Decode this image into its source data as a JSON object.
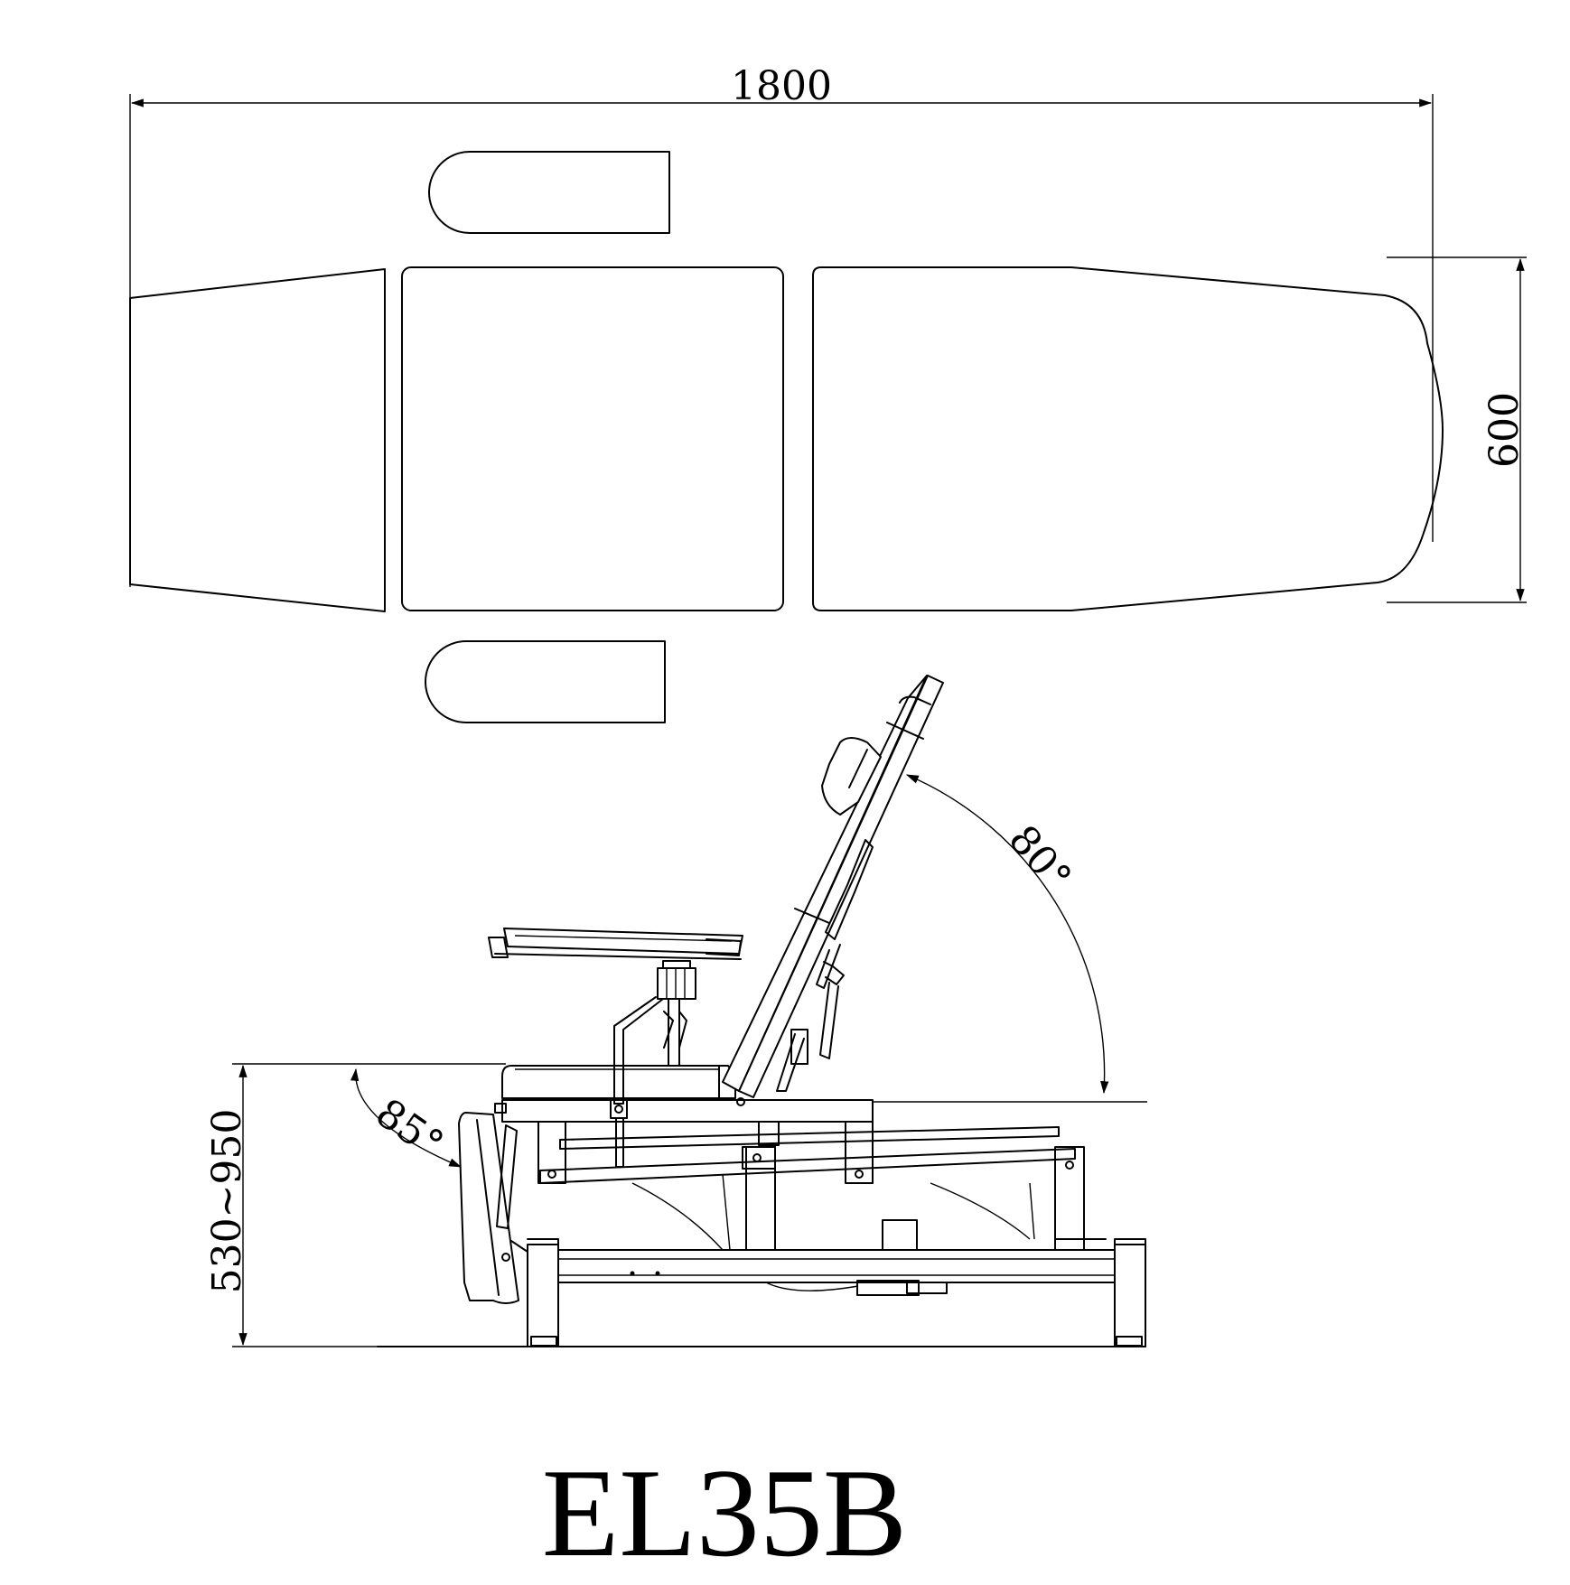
{
  "dimensions": {
    "length": "1800",
    "width": "600",
    "height_range": "530~950",
    "backrest_angle": "80°",
    "legrest_angle": "85°"
  },
  "model": "EL35B",
  "colors": {
    "line": "#000000",
    "background": "#ffffff"
  }
}
